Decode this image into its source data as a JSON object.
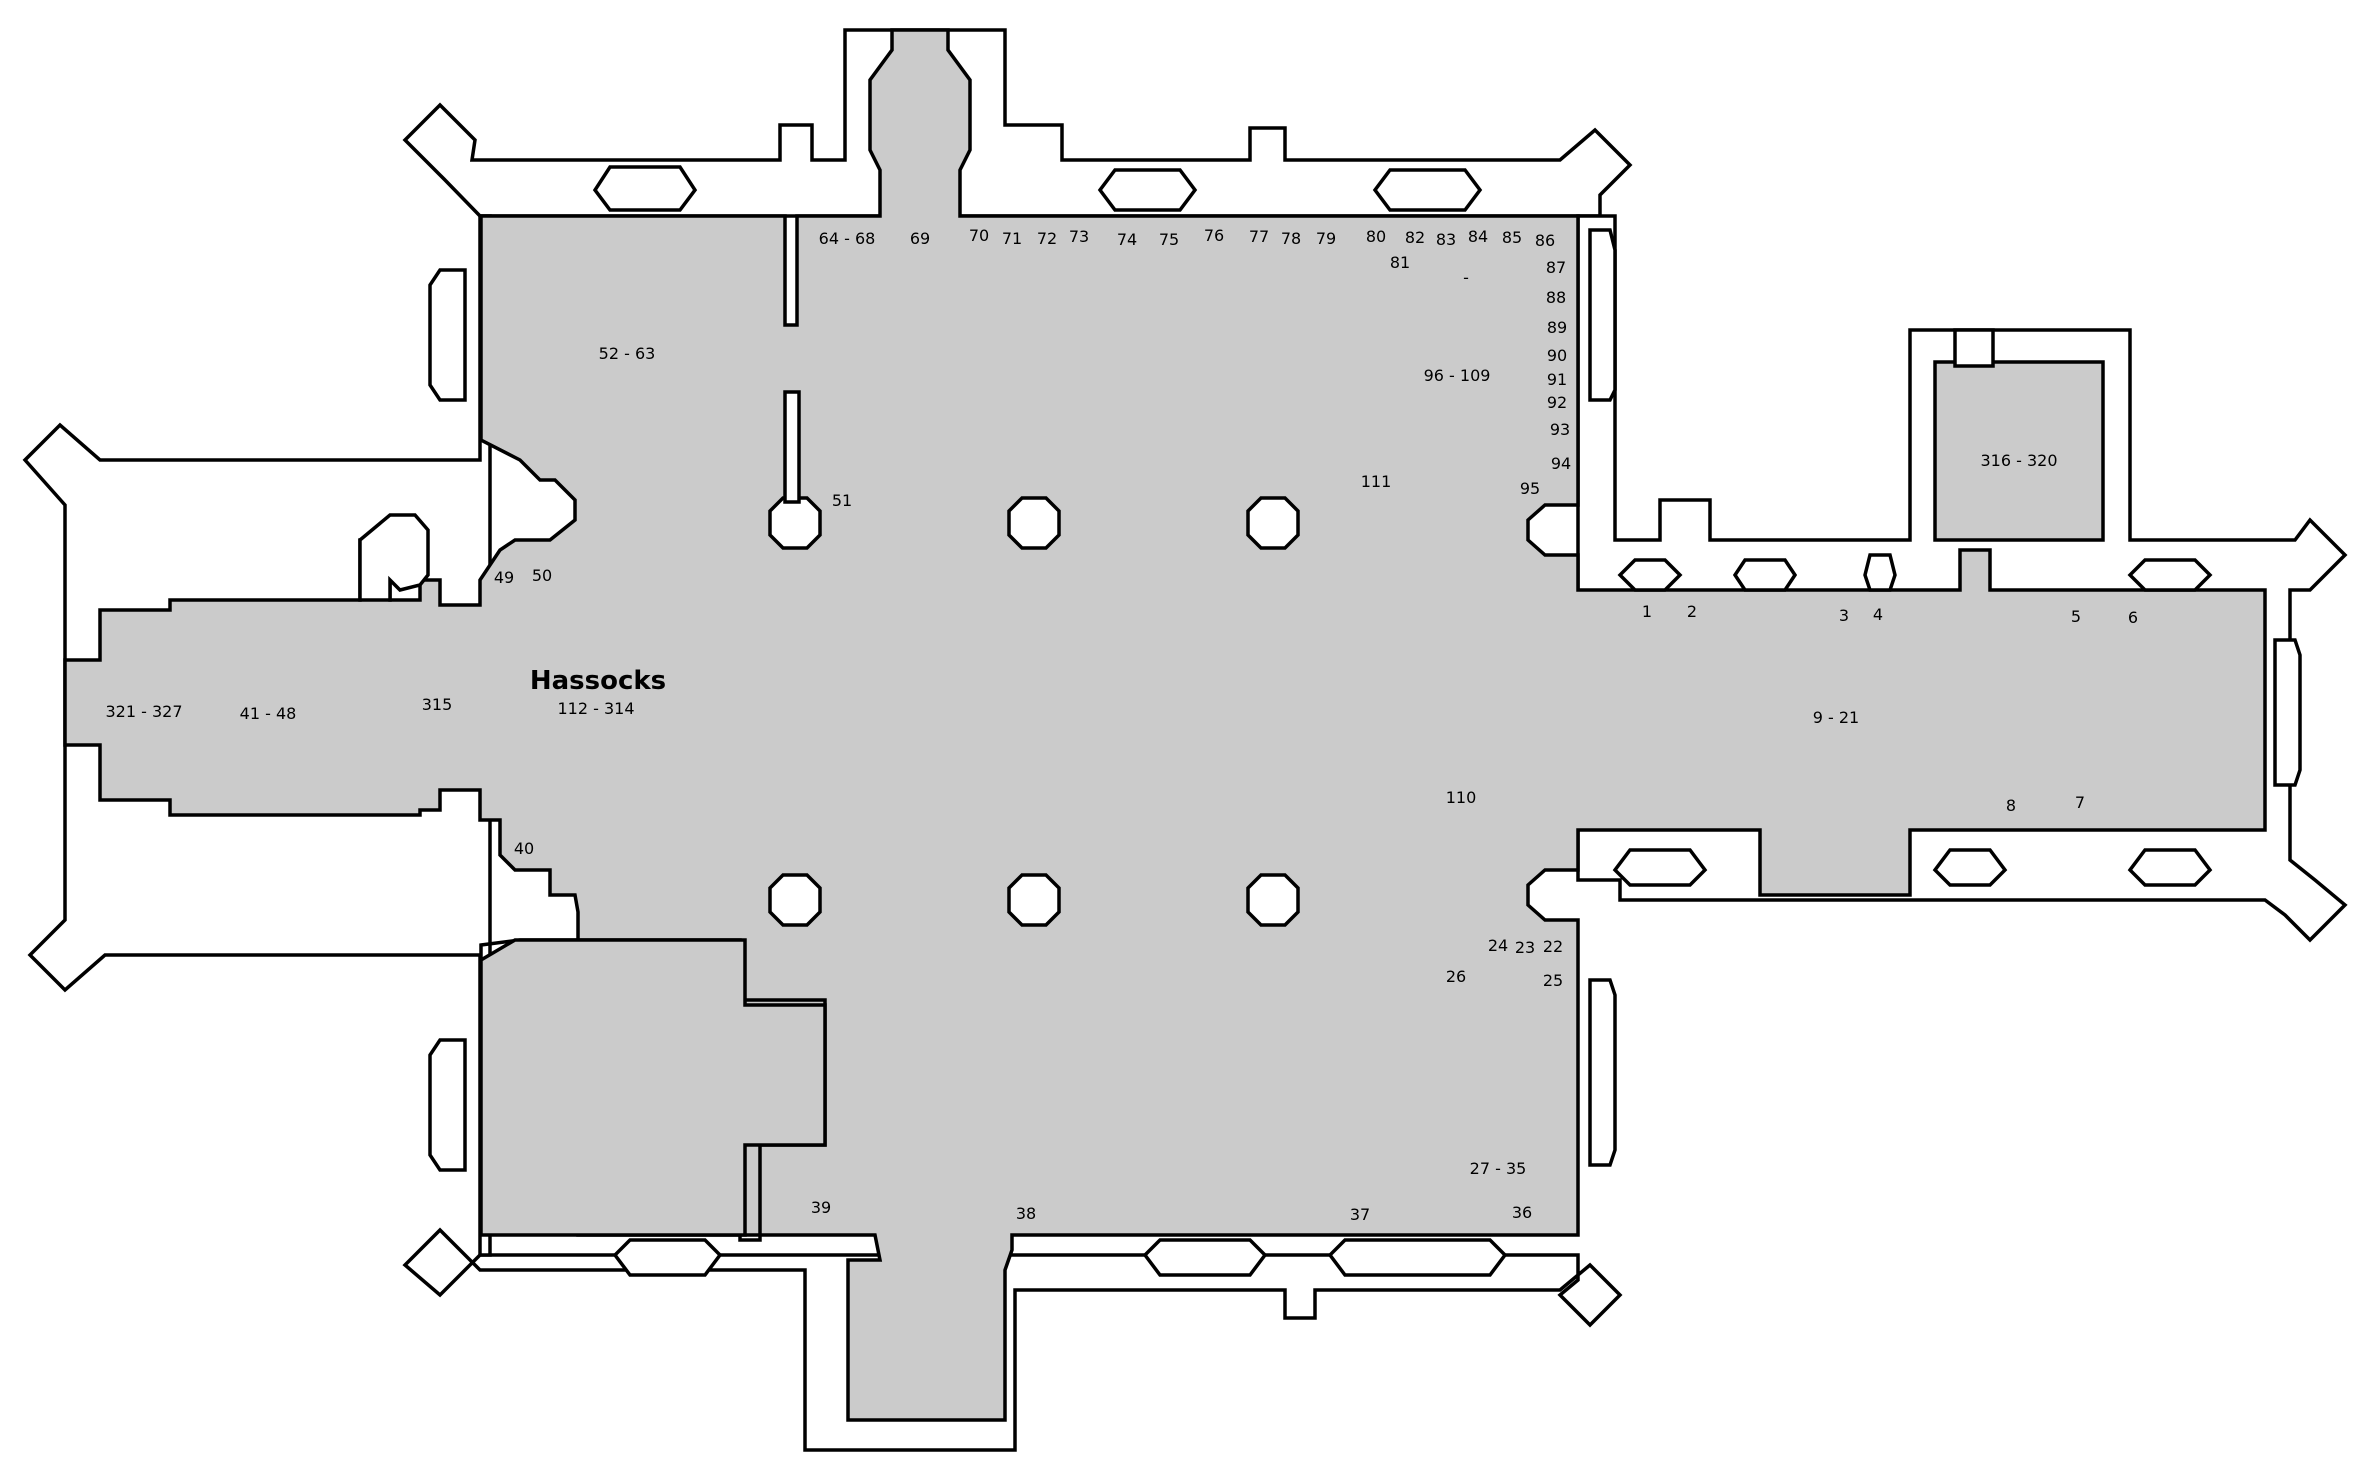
{
  "title": "Hassocks",
  "title_range": "112 - 314",
  "colors": {
    "floor": "#cbcbcb",
    "wall": "#ffffff",
    "outline": "#000000"
  },
  "labels": {
    "r64_68": "64 -  68",
    "n69": "69",
    "n70": "70",
    "n71": "71",
    "n72": "72",
    "n73": "73",
    "n74": "74",
    "n75": "75",
    "n76": "76",
    "n77": "77",
    "n78": "78",
    "n79": "79",
    "n80": "80",
    "n82": "82",
    "n83": "83",
    "n84": "84",
    "n85": "85",
    "n86": "86",
    "n81": "81",
    "dash1": "-",
    "n87": "87",
    "n88": "88",
    "n89": "89",
    "n90": "90",
    "n91": "91",
    "n92": "92",
    "n93": "93",
    "n94": "94",
    "n95": "95",
    "r52_63": "52 - 63",
    "r96_109": "96  - 109",
    "n111": "111",
    "n51": "51",
    "r316_320": "316 - 320",
    "n49": "49",
    "n50": "50",
    "n1": "1",
    "n2": "2",
    "n3": "3",
    "n4": "4",
    "n5": "5",
    "n6": "6",
    "r321_327": "321 - 327",
    "r41_48": "41   -   48",
    "n315": "315",
    "r9_21": "9 - 21",
    "n110": "110",
    "n8": "8",
    "n7": "7",
    "n40": "40",
    "n24": "24",
    "n23": "23",
    "n22": "22",
    "n26": "26",
    "n25": "25",
    "r27_35": "27  -    35",
    "n39": "39",
    "n38": "38",
    "n37": "37",
    "n36": "36"
  }
}
